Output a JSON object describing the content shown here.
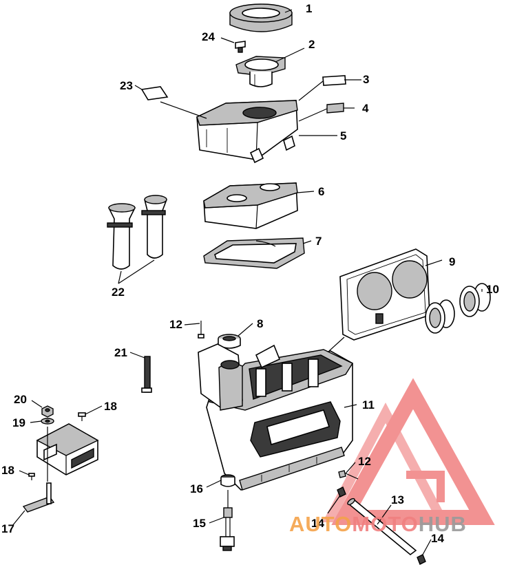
{
  "callouts": {
    "c1": "1",
    "c2": "2",
    "c3": "3",
    "c4": "4",
    "c5": "5",
    "c6": "6",
    "c7": "7",
    "c8": "8",
    "c9": "9",
    "c10": "10",
    "c11": "11",
    "c12a": "12",
    "c12b": "12",
    "c13": "13",
    "c14a": "14",
    "c14b": "14",
    "c15": "15",
    "c16": "16",
    "c17": "17",
    "c18a": "18",
    "c18b": "18",
    "c19": "19",
    "c20": "20",
    "c21": "21",
    "c22": "22",
    "c23": "23",
    "c24": "24"
  },
  "watermark": {
    "brand_part1": "AUTO",
    "brand_part2": "MOTO",
    "brand_part3": "HUB",
    "color_logo": "#f08080",
    "color_auto": "#f4a24a",
    "color_moto": "#f08080",
    "color_hub": "#9a9a9a"
  }
}
